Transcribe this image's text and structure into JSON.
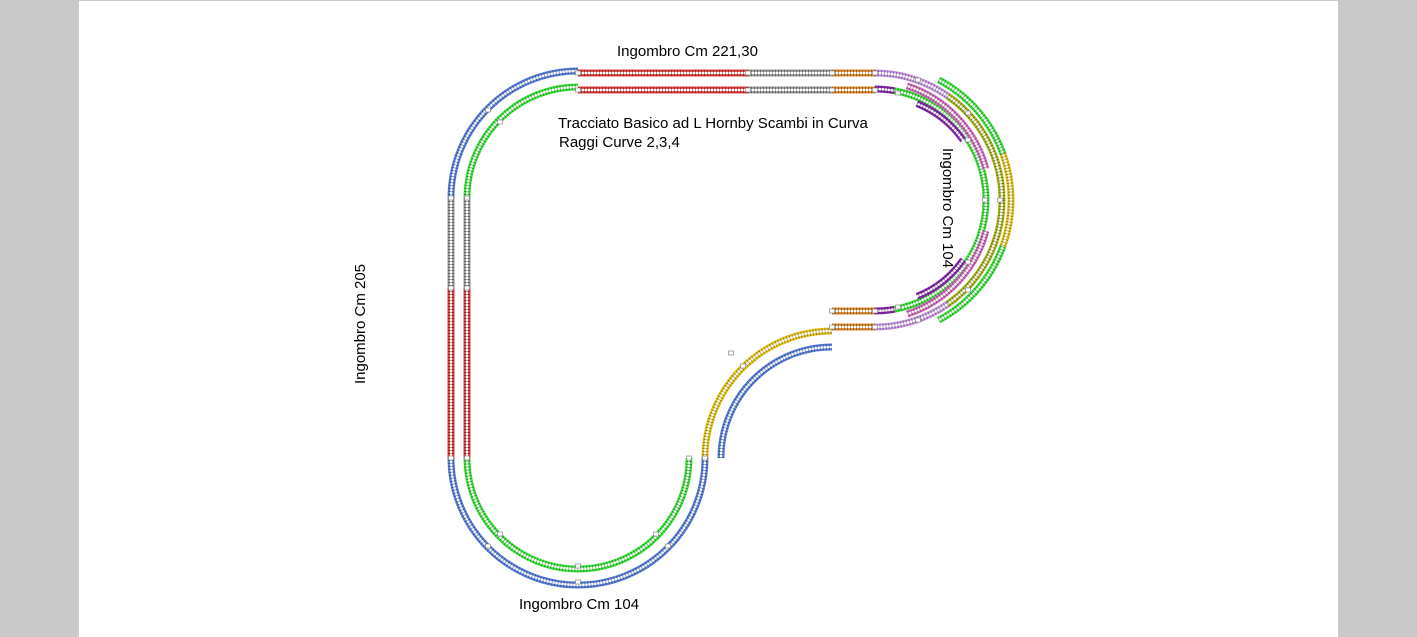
{
  "labels": {
    "title_line1": "Tracciato Basico ad L Hornby Scambi in Curva",
    "title_line2": "Raggi Curve 2,3,4",
    "top_dimension": "Ingombro Cm 221,30",
    "bottom_dimension": "Ingombro Cm 104",
    "left_dimension": "Ingombro Cm 205",
    "right_dimension": "Ingombro Cm 104"
  },
  "colors": {
    "background": "#c9c9c9",
    "page": "#ffffff",
    "curve_blue": "#5b82e0",
    "curve_green": "#3ee63e",
    "straight_gray": "#9a9a9a",
    "straight_red": "#e23c3c",
    "straight_orange": "#e08a2a",
    "curve_yellow": "#e8c619",
    "curve_pink": "#d86ec2",
    "curve_violet": "#cc99e6",
    "curve_olive": "#aab820",
    "curve_purple": "#8a2ab0"
  }
}
